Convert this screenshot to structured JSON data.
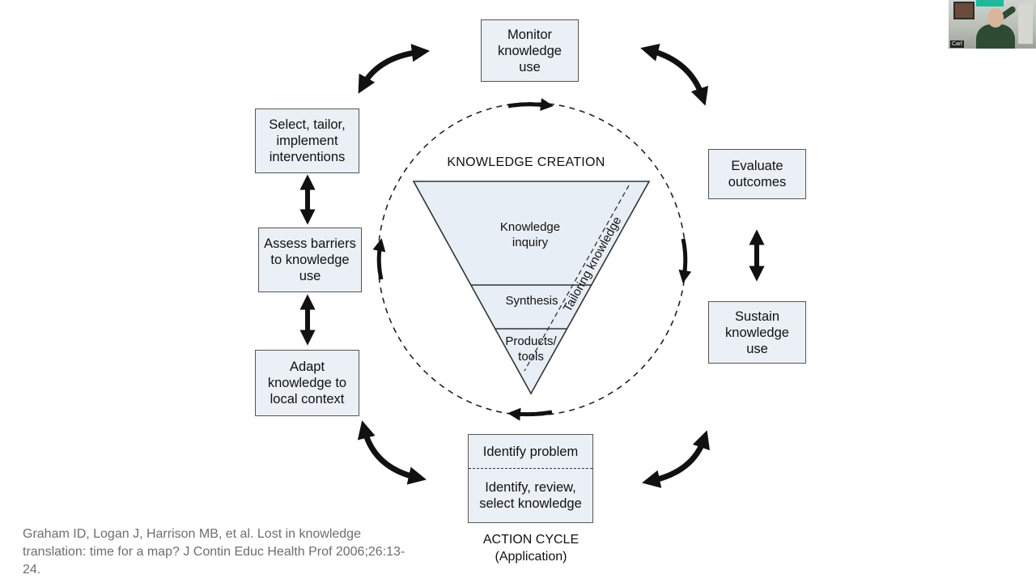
{
  "diagram": {
    "boxes": {
      "monitor": [
        "Monitor",
        "knowledge",
        "use"
      ],
      "evaluate": [
        "Evaluate",
        "outcomes"
      ],
      "sustain": [
        "Sustain",
        "knowledge",
        "use"
      ],
      "select": [
        "Select, tailor,",
        "implement",
        "interventions"
      ],
      "assess": [
        "Assess barriers",
        "to knowledge",
        "use"
      ],
      "adapt": [
        "Adapt",
        "knowledge to",
        "local context"
      ],
      "identify_problem": "Identify problem",
      "identify_review": [
        "Identify, review,",
        "select knowledge"
      ]
    },
    "knowledge_creation": {
      "title": "KNOWLEDGE CREATION",
      "inquiry": [
        "Knowledge",
        "inquiry"
      ],
      "synthesis": "Synthesis",
      "products": [
        "Products/",
        "tools"
      ],
      "tailoring": "Tailoring knowledge"
    },
    "action_cycle": [
      "ACTION CYCLE",
      "(Application)"
    ]
  },
  "citation": [
    "Graham ID, Logan J, Harrison MB, et al. Lost in knowledge",
    "translation: time for a map? J Contin Educ Health Prof 2006;26:13-",
    "24."
  ],
  "webcam": {
    "name_tag": "Carl"
  }
}
